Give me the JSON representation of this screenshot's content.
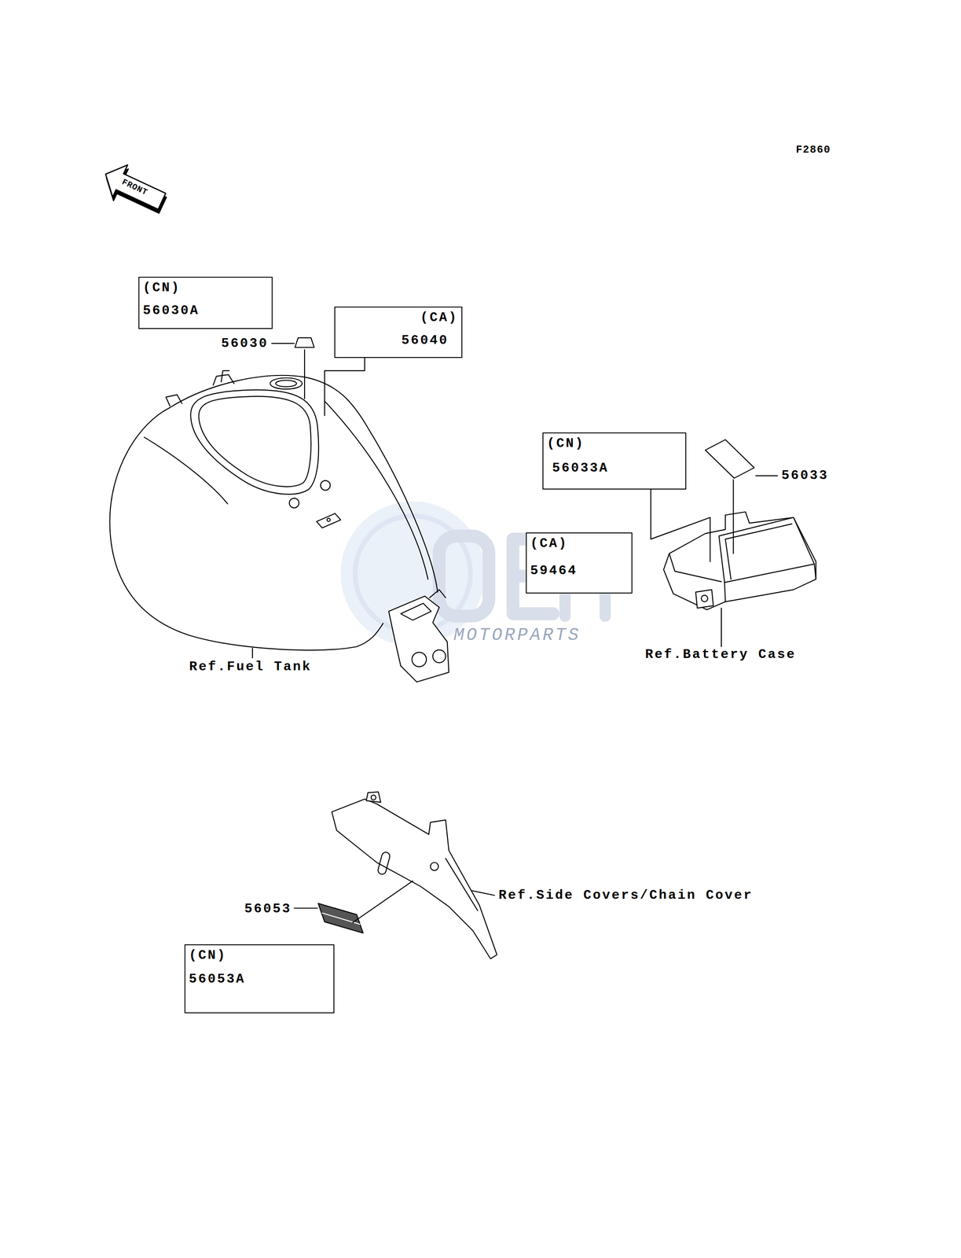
{
  "diagram": {
    "nodes": [
      {
        "text": [
          "(CN)",
          "56030A"
        ]
      },
      {
        "text": [
          "(CA)",
          "56040"
        ]
      },
      {
        "text": [
          "(CN)",
          "56033A"
        ]
      },
      {
        "text": [
          "(CA)",
          "59464"
        ]
      },
      {
        "text": [
          "(CN)",
          "56053A"
        ]
      }
    ],
    "labels": [
      "F2860",
      "FRONT",
      "56030",
      "56033",
      "MOTORPARTS",
      "Ref.Fuel Tank",
      "Ref.Battery Case",
      "56053",
      "Ref.Side Covers/Chain Cover"
    ]
  }
}
